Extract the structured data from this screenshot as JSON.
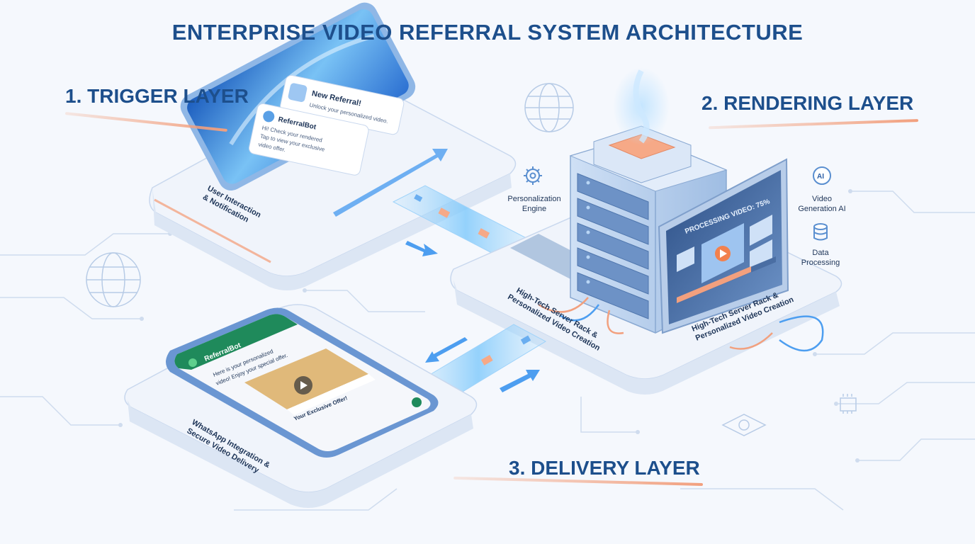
{
  "title": "ENTERPRISE VIDEO REFERRAL SYSTEM ARCHITECTURE",
  "layers": {
    "trigger": {
      "label": "1. TRIGGER LAYER",
      "platform_caption": [
        "User Interaction",
        "& Notification"
      ],
      "notification_1": {
        "title": "New Referral!",
        "body": "Unlock your personalized video."
      },
      "notification_2": {
        "title": "ReferralBot",
        "body": [
          "Hi! Check your rendered",
          "Tap to view your exclusive",
          "video offer."
        ]
      }
    },
    "rendering": {
      "label": "2. RENDERING LAYER",
      "platform_caption_front": [
        "High-Tech Server Rack &",
        "Personalized Video Creation"
      ],
      "platform_caption_side": [
        "High-Tech Server Rack &",
        "Personalized Video Creation"
      ],
      "screen_text": "PROCESSING VIDEO: 75%",
      "progress": 0.75,
      "features": [
        {
          "name": "Personalization Engine",
          "lines": [
            "Personalization",
            "Engine"
          ],
          "icon": "gear-icon"
        },
        {
          "name": "Video Generation AI",
          "lines": [
            "Video",
            "Generation AI"
          ],
          "icon": "ai-icon"
        },
        {
          "name": "Data Processing",
          "lines": [
            "Data",
            "Processing"
          ],
          "icon": "database-icon"
        }
      ]
    },
    "delivery": {
      "label": "3. DELIVERY LAYER",
      "platform_caption": [
        "WhatsApp Integration &",
        "Secure Video Delivery"
      ],
      "chat": {
        "contact": "ReferralBot",
        "message": [
          "Here is your personalized",
          "video! Enjoy your special offer."
        ],
        "video_caption": "Your Exclusive Offer!"
      }
    }
  },
  "colors": {
    "title": "#1d4f8c",
    "accent": "#f2a07e",
    "primary_blue": "#3b82d6",
    "whatsapp_green": "#1f8a5b",
    "platform": "#eef3fb"
  }
}
